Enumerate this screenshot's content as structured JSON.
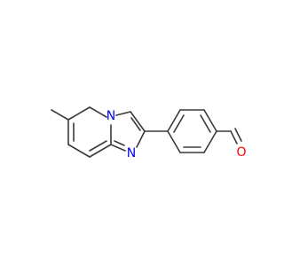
{
  "molecule": {
    "atoms": [
      {
        "id": "n_bridge",
        "element": "N",
        "label": "N",
        "color": "#0000ff"
      },
      {
        "id": "n_ring",
        "element": "N",
        "label": "N",
        "color": "#0000ff"
      },
      {
        "id": "o_aldehyde",
        "element": "O",
        "label": "O",
        "color": "#ff0000"
      }
    ]
  },
  "colors": {
    "bond": "#3a3a3a",
    "nitrogen": "#0000ff",
    "oxygen": "#ff0000",
    "background": "#ffffff"
  }
}
